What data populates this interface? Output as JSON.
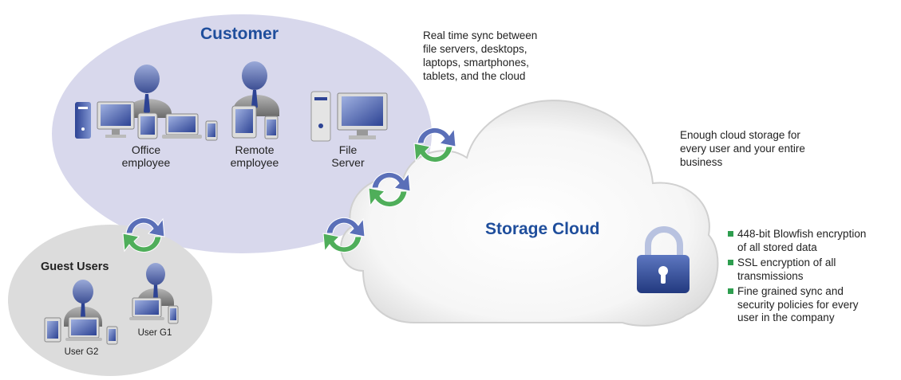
{
  "customer": {
    "title": "Customer",
    "office_label_1": "Office",
    "office_label_2": "employee",
    "remote_label_1": "Remote",
    "remote_label_2": "employee",
    "server_label_1": "File",
    "server_label_2": "Server"
  },
  "guest": {
    "title": "Guest Users",
    "user_g1": "User G1",
    "user_g2": "User G2"
  },
  "cloud": {
    "title": "Storage Cloud"
  },
  "notes": {
    "sync_lines": [
      "Real time sync between",
      "file servers, desktops,",
      "laptops, smartphones,",
      "tablets, and the cloud"
    ],
    "storage_lines": [
      "Enough cloud storage for",
      "every user and your entire",
      "business"
    ]
  },
  "features": [
    {
      "lines": [
        "448-bit Blowfish encryption",
        "of all stored data"
      ]
    },
    {
      "lines": [
        "SSL encryption of all",
        "transmissions"
      ]
    },
    {
      "lines": [
        "Fine grained sync and",
        "security policies for every",
        "user in the company"
      ]
    }
  ],
  "colors": {
    "customer_bg": "#d8d8ec",
    "guest_bg": "#dcdcdc",
    "title_blue": "#1f4e9c",
    "sync_blue": "#5a6fb8",
    "sync_green": "#4fae5a",
    "bullet_green": "#2e9e4f",
    "lock_blue": "#2f4f99"
  }
}
